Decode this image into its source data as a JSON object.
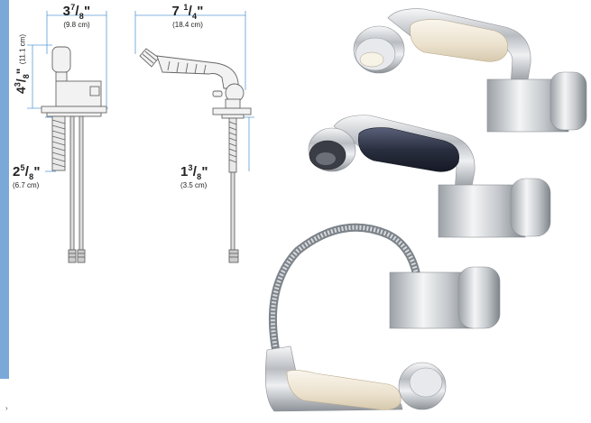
{
  "dimensions": {
    "front_width": {
      "whole": "3",
      "num": "7",
      "den": "8",
      "unit": "\"",
      "metric": "(9.8 cm)"
    },
    "front_height": {
      "whole": "4",
      "num": "3",
      "den": "8",
      "unit": "\"",
      "metric": "(11.1 cm)"
    },
    "front_shank": {
      "whole": "2",
      "num": "5",
      "den": "8",
      "unit": "\"",
      "metric": "(6.7 cm)"
    },
    "side_length": {
      "whole": "7",
      "num": "1",
      "den": "4",
      "unit": "\"",
      "metric": "(18.4 cm)"
    },
    "side_shank": {
      "whole": "1",
      "num": "3",
      "den": "8",
      "unit": "\"",
      "metric": "(3.5 cm)"
    }
  },
  "colors": {
    "dimension_line": "#5b9bd5",
    "chrome": "#c9ccd0",
    "handle_cream": "#efe6d4",
    "handle_dark": "#2c3142"
  }
}
